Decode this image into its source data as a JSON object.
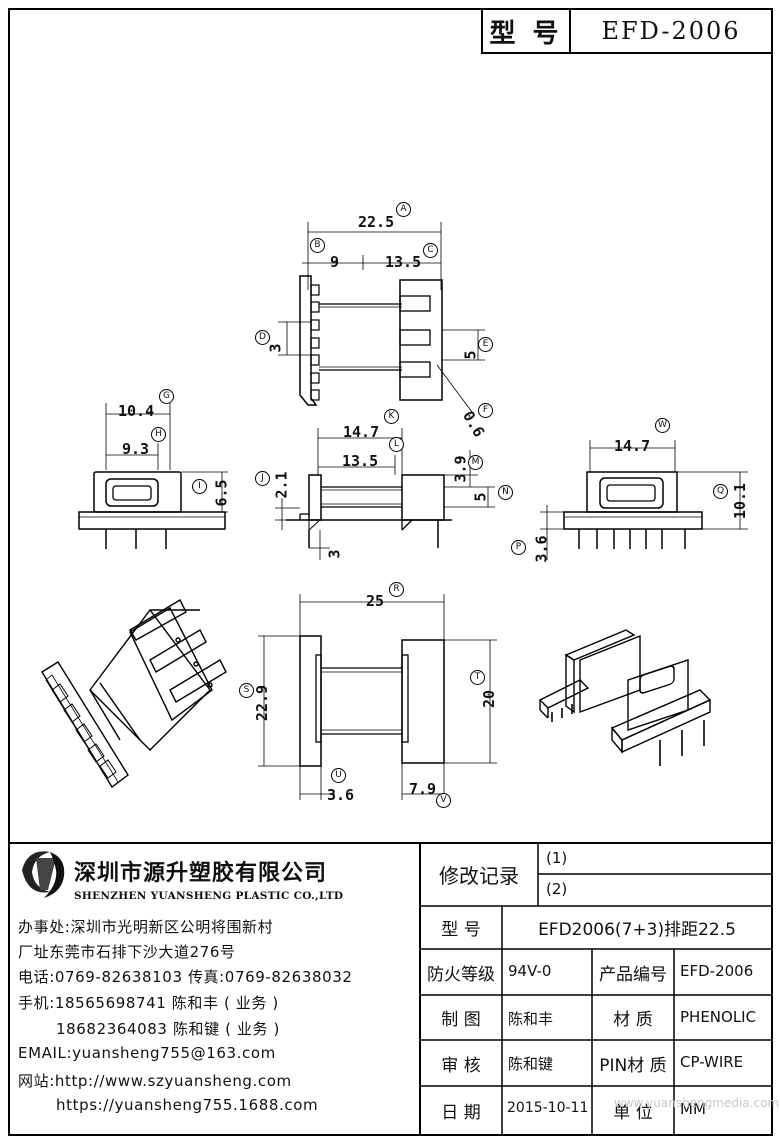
{
  "header": {
    "model_label": "型 号",
    "model_value": "EFD-2006"
  },
  "top_view": {
    "A": "22.5",
    "B": "9",
    "C": "13.5",
    "D": "3",
    "E": "5",
    "F": "0.6"
  },
  "front_view": {
    "K": "14.7",
    "L": "13.5",
    "J": "2.1",
    "M": "3.9",
    "N": "5",
    "D": "3"
  },
  "left_view": {
    "G": "10.4",
    "H": "9.3",
    "I": "6.5"
  },
  "right_view": {
    "W": "14.7",
    "Q": "10.1",
    "P": "3.6"
  },
  "bottom_view": {
    "R": "25",
    "S": "22.9",
    "T": "20",
    "U": "3.6",
    "V": "7.9"
  },
  "circle_labels": [
    "A",
    "B",
    "C",
    "D",
    "E",
    "F",
    "G",
    "H",
    "I",
    "J",
    "K",
    "L",
    "M",
    "N",
    "P",
    "Q",
    "R",
    "S",
    "T",
    "U",
    "V",
    "W"
  ],
  "company": {
    "name_cn": "深圳市源升塑胶有限公司",
    "name_en": "SHENZHEN YUANSHENG PLASTIC CO.,LTD",
    "office": "办事处:深圳市光明新区公明将围新村",
    "factory": "厂址东莞市石排下沙大道276号",
    "phone": "电话:0769-82638103 传真:0769-82638032",
    "mobile1": "手机:18565698741 陈和丰 ( 业务 )",
    "mobile2": "18682364083 陈和键 ( 业务 )",
    "email": "EMAIL:yuansheng755@163.com",
    "website": "网站:http://www.szyuansheng.com",
    "website2": "https://yuansheng755.1688.com"
  },
  "title_block": {
    "revision_label": "修改记录",
    "rev1": "(1)",
    "rev2": "(2)",
    "model_label": "型 号",
    "model_value": "EFD2006(7+3)排距22.5",
    "fire_label": "防火等级",
    "fire_value": "94V-0",
    "product_no_label": "产品编号",
    "product_no_value": "EFD-2006",
    "drawn_label": "制 图",
    "drawn_value": "陈和丰",
    "material_label": "材 质",
    "material_value": "PHENOLIC",
    "check_label": "审 核",
    "check_value": "陈和键",
    "pin_label": "PIN材 质",
    "pin_value": "CP-WIRE",
    "date_label": "日 期",
    "date_value": "2015-10-11",
    "unit_label": "单 位",
    "unit_value": "MM",
    "watermark": "www.yuanshengmedia.com"
  }
}
